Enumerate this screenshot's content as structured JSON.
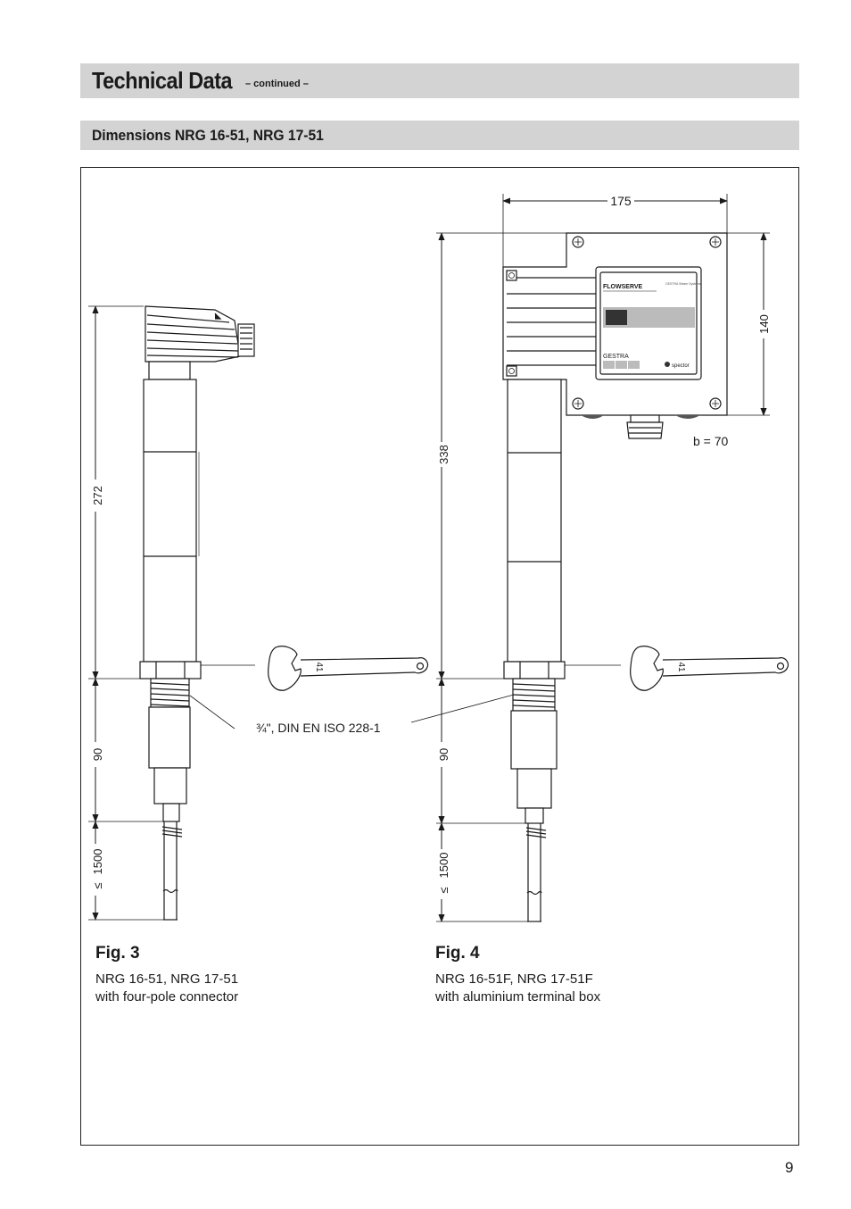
{
  "header": {
    "title": "Technical Data",
    "title_suffix": "– continued –",
    "section_title": "Dimensions NRG 16-51, NRG 17-51"
  },
  "figures": [
    {
      "label": "Fig. 3",
      "caption_line1": "NRG 16-51, NRG 17-51",
      "caption_line2": "with four-pole connector",
      "dimensions": {
        "overall": "272",
        "thread_to_tip": "90",
        "electrode_max": "1500",
        "electrode_prefix": "≤",
        "wrench_size": "41"
      }
    },
    {
      "label": "Fig. 4",
      "caption_line1": "NRG 16-51F, NRG 17-51F",
      "caption_line2": "with aluminium terminal box",
      "dimensions": {
        "overall": "338",
        "thread_to_tip": "90",
        "electrode_max": "1500",
        "electrode_prefix": "≤",
        "wrench_size": "41",
        "box_width": "175",
        "box_height": "140",
        "box_depth": "b = 70"
      }
    }
  ],
  "callouts": {
    "thread": "¾\", DIN EN ISO 228-1"
  },
  "terminal_box": {
    "brand": "FLOWSERVE",
    "brand2": "GESTRA",
    "brand3": "spector",
    "small_text": "GESTRA Steam Systems"
  },
  "page_number": "9",
  "colors": {
    "header_bar": "#d3d3d3",
    "line": "#1a1a1a"
  }
}
